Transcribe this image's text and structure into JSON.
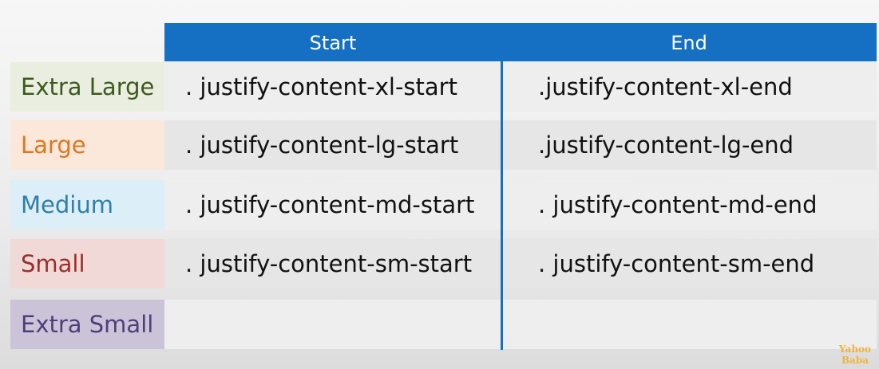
{
  "table": {
    "headers": {
      "start": "Start",
      "end": "End"
    },
    "rows": [
      {
        "label": "Extra Large",
        "start": ". justify-content-xl-start",
        "end": ".justify-content-xl-end",
        "label_color": "#3d5a1e",
        "label_bg": "#eaeee0"
      },
      {
        "label": "Large",
        "start": ". justify-content-lg-start",
        "end": ".justify-content-lg-end",
        "label_color": "#e0761f",
        "label_bg": "#fbe8db"
      },
      {
        "label": "Medium",
        "start": ". justify-content-md-start",
        "end": ". justify-content-md-end",
        "label_color": "#2f7fa8",
        "label_bg": "#dceef7"
      },
      {
        "label": "Small",
        "start": ". justify-content-sm-start",
        "end": ". justify-content-sm-end",
        "label_color": "#9b2f2a",
        "label_bg": "#f1d9d7"
      },
      {
        "label": "Extra Small",
        "start": "",
        "end": "",
        "label_color": "#4f3f78",
        "label_bg": "#cbc4d9"
      }
    ]
  },
  "watermark": {
    "line1": "Yahoo",
    "line2": "Baba"
  },
  "colors": {
    "header_bg": "#1570c4",
    "row_bg_odd": "#eeeeee",
    "row_bg_even": "#e6e6e6"
  }
}
